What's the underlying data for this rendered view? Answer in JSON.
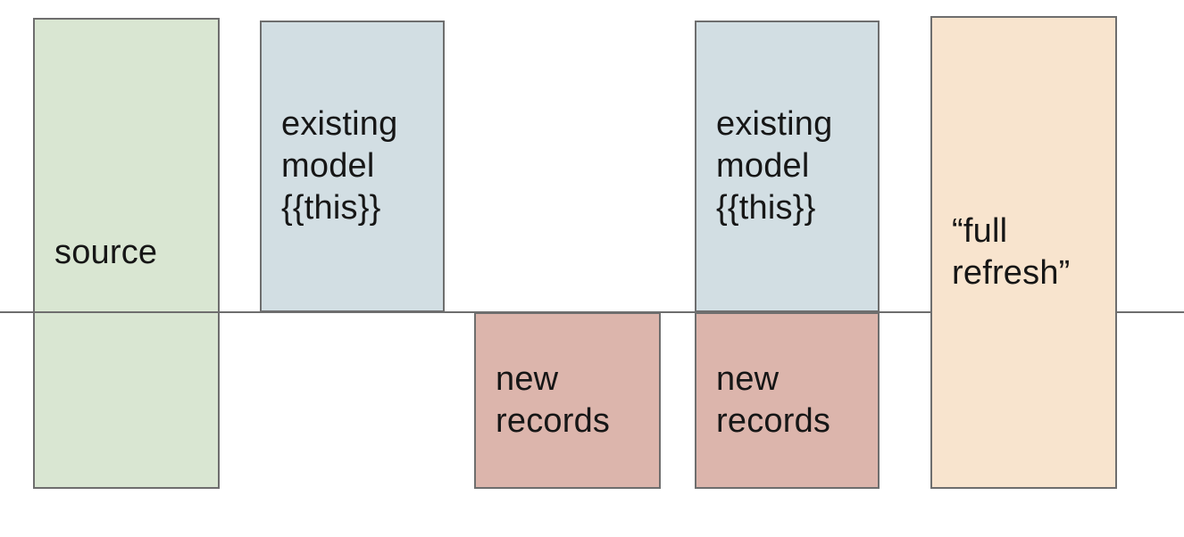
{
  "diagram": {
    "background_color": "#ffffff",
    "border_color": "#6e6e6e",
    "text_color": "#161616",
    "timeline": {
      "color": "#6e6e6e"
    },
    "boxes": [
      {
        "name": "source",
        "label": "source",
        "fill": "#d9e6d2"
      },
      {
        "name": "existing-model-left",
        "label": "existing\nmodel\n{{this}}",
        "fill": "#d2dee3"
      },
      {
        "name": "new-records-left",
        "label": "new\nrecords",
        "fill": "#dcb5ac"
      },
      {
        "name": "existing-model-right",
        "label": "existing\nmodel\n{{this}}",
        "fill": "#d2dee3"
      },
      {
        "name": "new-records-right",
        "label": "new\nrecords",
        "fill": "#dcb5ac"
      },
      {
        "name": "full-refresh",
        "label": "“full\nrefresh”",
        "fill": "#f8e4ce"
      }
    ]
  }
}
